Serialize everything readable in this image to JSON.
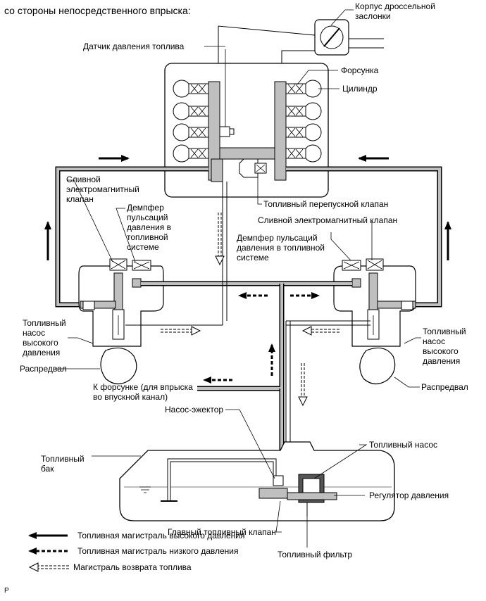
{
  "title": "со стороны непосредственного впрыска:",
  "labels": {
    "throttle_body": "Корпус дроссельной заслонки",
    "fuel_pressure_sensor": "Датчик давления топлива",
    "injector": "Форсунка",
    "cylinder": "Цилиндр",
    "spill_valve_left": "Сливной электромагнитный клапан",
    "damper_left": "Демпфер пульсаций давления в топливной системе",
    "relief_valve": "Топливный перепускной клапан",
    "spill_valve_right": "Сливной электромагнитный клапан",
    "damper_right": "Демпфер пульсаций давления в топливной системе",
    "hp_pump_left": "Топливный насос высокого давления",
    "hp_pump_right": "Топливный насос высокого давления",
    "camshaft_left": "Распредвал",
    "camshaft_right": "Распредвал",
    "port_injector": "К форсунке (для впрыска во впускной канал)",
    "jet_pump": "Насос-эжектор",
    "fuel_pump": "Топливный насос",
    "fuel_tank": "Топливный бак",
    "pressure_regulator": "Регулятор давления",
    "main_fuel_valve": "Главный топливный клапан",
    "fuel_filter": "Топливный фильтр"
  },
  "legend": [
    {
      "kind": "high",
      "label": "Топливная магистраль высокого давления"
    },
    {
      "kind": "low",
      "label": "Топливная магистраль низкого давления"
    },
    {
      "kind": "return",
      "label": "Магистраль возврата топлива"
    }
  ],
  "corner_mark": "P"
}
